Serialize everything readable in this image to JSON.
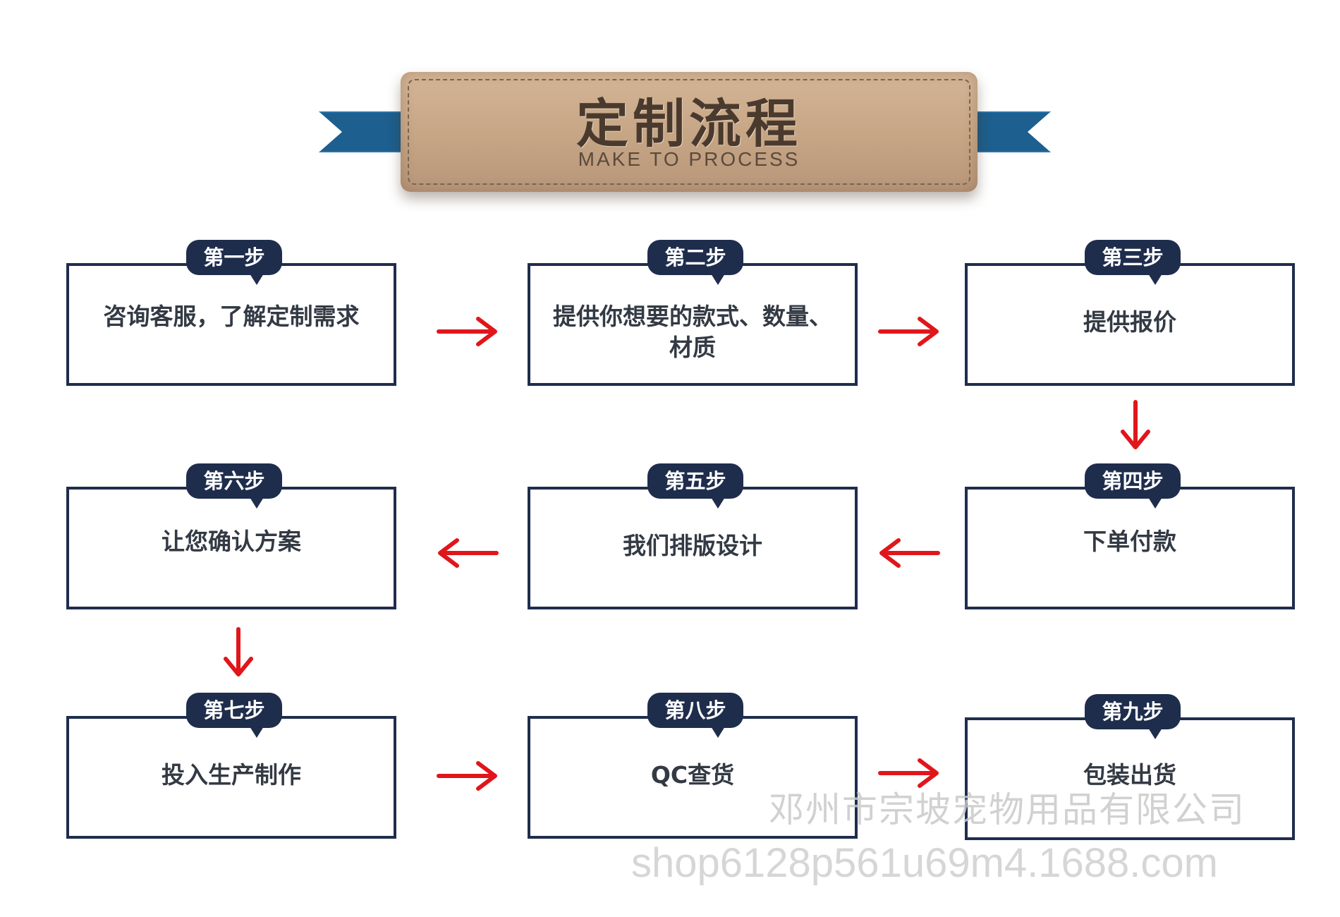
{
  "header": {
    "title": "定制流程",
    "subtitle": "MAKE TO PROCESS",
    "colors": {
      "banner": "#c5a584",
      "ribbon": "#1d5f8e",
      "title_text": "#4a3a2e"
    }
  },
  "steps": [
    {
      "badge": "第一步",
      "text": "咨询客服，了解定制需求"
    },
    {
      "badge": "第二步",
      "text": "提供你想要的款式、数量、材质"
    },
    {
      "badge": "第三步",
      "text": "提供报价"
    },
    {
      "badge": "第四步",
      "text": "下单付款"
    },
    {
      "badge": "第五步",
      "text": "我们排版设计"
    },
    {
      "badge": "第六步",
      "text": "让您确认方案"
    },
    {
      "badge": "第七步",
      "text": "投入生产制作"
    },
    {
      "badge": "第八步",
      "text": "QC查货"
    },
    {
      "badge": "第九步",
      "text": "包装出货"
    }
  ],
  "flow": [
    {
      "from": 1,
      "to": 2,
      "direction": "right"
    },
    {
      "from": 2,
      "to": 3,
      "direction": "right"
    },
    {
      "from": 3,
      "to": 4,
      "direction": "down"
    },
    {
      "from": 4,
      "to": 5,
      "direction": "left"
    },
    {
      "from": 5,
      "to": 6,
      "direction": "left"
    },
    {
      "from": 6,
      "to": 7,
      "direction": "down"
    },
    {
      "from": 7,
      "to": 8,
      "direction": "right"
    },
    {
      "from": 8,
      "to": 9,
      "direction": "right"
    }
  ],
  "watermark": {
    "company": "邓州市宗坡宠物用品有限公司",
    "url": "shop6128p561u69m4.1688.com"
  },
  "colors": {
    "box_border": "#1f2d4d",
    "badge_bg": "#1f2d4d",
    "badge_text": "#ffffff",
    "step_text": "#333a44",
    "arrow": "#e0161b"
  }
}
